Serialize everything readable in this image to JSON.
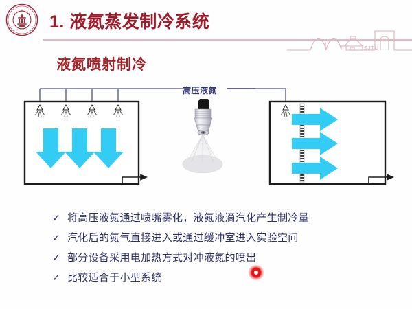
{
  "header": {
    "title": "1. 液氮蒸发制冷系统",
    "logo_icon": "university-seal-icon",
    "skyline_icon": "campus-skyline-icon",
    "skyline_text": "SJTU",
    "title_color": "#9e1b2a",
    "rule_color": "#e3b9c4"
  },
  "section": {
    "heading": "液氮喷射制冷",
    "heading_color": "#a32227"
  },
  "diagram": {
    "nozzle_label": "高压液氮",
    "nozzle_label_color": "#2e3470",
    "arrow_color": "#33ccf5",
    "left_panel": {
      "name": "spray-chamber-multi-nozzle",
      "nozzle_count": 4,
      "arrow_count": 3,
      "arrow_direction": "down",
      "outlet": "bottom-right"
    },
    "center_panel": {
      "name": "high-pressure-nozzle-photo",
      "spray_cone": true
    },
    "right_panel": {
      "name": "spray-chamber-with-buffer-plate",
      "nozzle_count": 1,
      "arrow_count": 3,
      "arrow_direction": "right",
      "barrier": "perforated-buffer-plate",
      "outlet": "bottom-right"
    }
  },
  "bullets": {
    "marker": "✓",
    "items": [
      {
        "text": "将高压液氮通过喷嘴雾化，液氮液滴汽化产生制冷量"
      },
      {
        "text": "汽化后的氮气直接进入或通过缓冲室进入实验空间"
      },
      {
        "text": "部分设备采用电加热方式对冲液氮的喷出"
      },
      {
        "text": "比较适合于小型系统"
      }
    ]
  },
  "cursor": {
    "name": "laser-pointer-cursor",
    "color": "#e81414"
  }
}
